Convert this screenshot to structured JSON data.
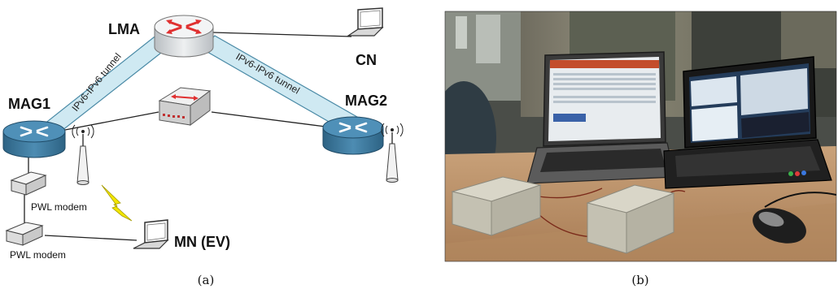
{
  "diagram": {
    "nodes": {
      "lma": "LMA",
      "cn": "CN",
      "mag1": "MAG1",
      "mag2": "MAG2",
      "mn": "MN (EV)"
    },
    "tunnels": {
      "left": "IPv6-IPv6 tunnel",
      "right": "IPv6-IPv6 tunnel"
    },
    "modems": {
      "upper": "PWL modem",
      "lower": "PWL modem"
    },
    "caption": "(a)"
  },
  "photo": {
    "caption": "(b)"
  },
  "colors": {
    "router_blue": "#3f7fa6",
    "router_gray": "#e3e6e8",
    "router_arrow_red": "#e03030",
    "tunnel_fill": "#cfe9f2",
    "tunnel_stroke": "#4a8aa6",
    "lightning": "#f2e600"
  }
}
